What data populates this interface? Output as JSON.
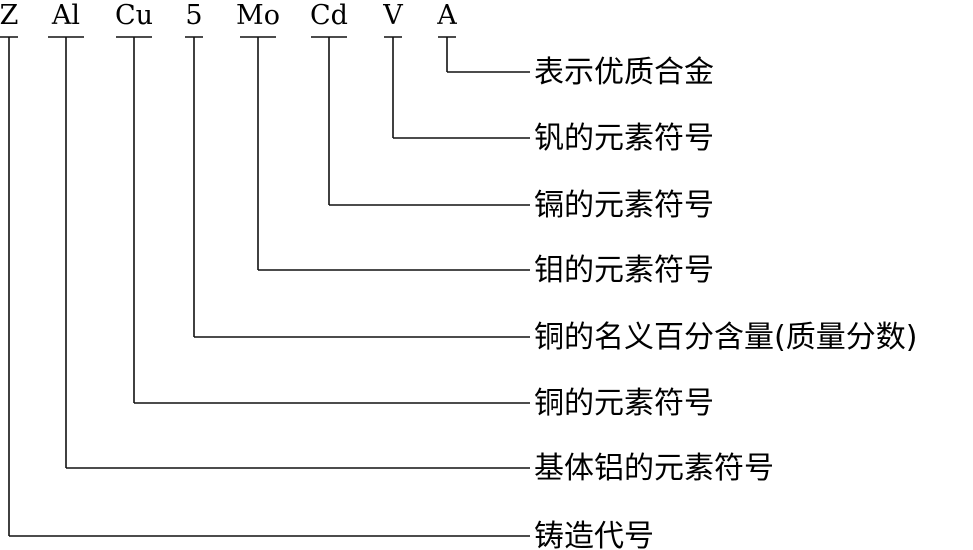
{
  "designation": {
    "parts": [
      {
        "id": "z",
        "text": "Z",
        "meaning": "铸造代号"
      },
      {
        "id": "al",
        "text": "Al",
        "meaning": "基体铝的元素符号"
      },
      {
        "id": "cu",
        "text": "Cu",
        "meaning": "铜的元素符号"
      },
      {
        "id": "5",
        "text": "5",
        "meaning": "铜的名义百分含量(质量分数)"
      },
      {
        "id": "mo",
        "text": "Mo",
        "meaning": "钼的元素符号"
      },
      {
        "id": "cd",
        "text": "Cd",
        "meaning": "镉的元素符号"
      },
      {
        "id": "v",
        "text": "V",
        "meaning": "钒的元素符号"
      },
      {
        "id": "a",
        "text": "A",
        "meaning": "表示优质合金"
      }
    ]
  },
  "colors": {
    "ink": "#111111",
    "background": "#ffffff"
  }
}
